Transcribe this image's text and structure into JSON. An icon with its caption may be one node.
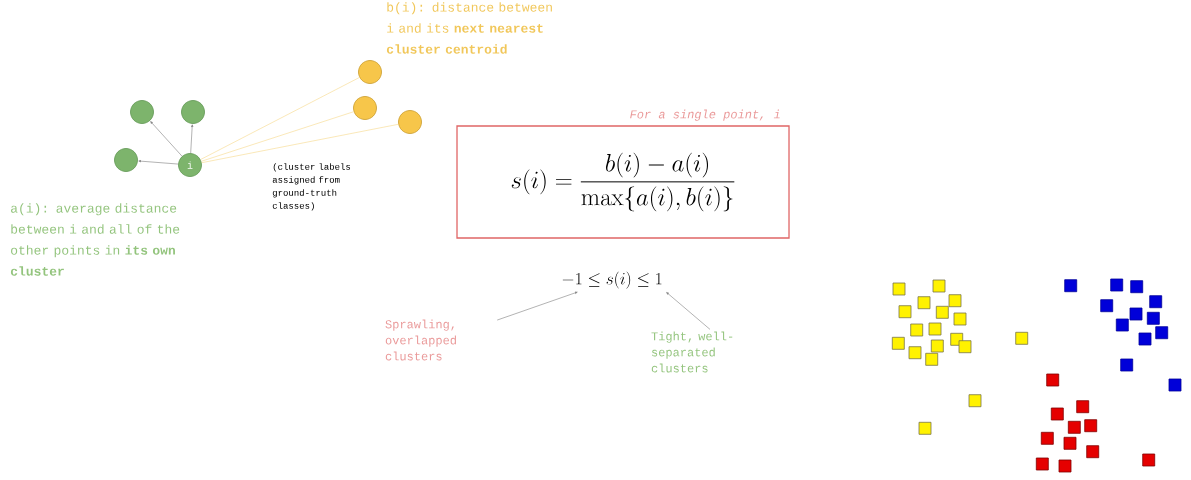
{
  "diagram": {
    "nodes": [
      {
        "text": [],
        "shape": "circle"
      },
      {
        "text": [],
        "shape": "circle"
      },
      {
        "text": [],
        "shape": "circle"
      },
      {
        "text": [
          "i"
        ]
      },
      {
        "text": [],
        "shape": "circle"
      },
      {
        "text": [],
        "shape": "circle"
      },
      {
        "text": [],
        "shape": "circle"
      },
      {
        "text": [
          "For a single point, i",
          "s(i) = \\frac{b(i) - a(i)}{\\max\\{a(i), b(i)\\}}"
        ]
      },
      {
        "text": [
          "-1 \\leq s(i) \\leq 1"
        ]
      },
      {
        "text": [
          "Sprawling, overlapped clusters"
        ]
      },
      {
        "text": [
          "Tight, well-separated clusters"
        ]
      }
    ],
    "edges": [
      {
        "from": 3,
        "to": 0,
        "arrow": "to"
      },
      {
        "from": 3,
        "to": 1,
        "arrow": "to"
      },
      {
        "from": 3,
        "to": 2,
        "arrow": "to"
      },
      {
        "from": 3,
        "to": 4,
        "arrow": "none",
        "color": "#f6d98a"
      },
      {
        "from": 3,
        "to": 5,
        "arrow": "none",
        "color": "#f6d98a"
      },
      {
        "from": 3,
        "to": 6,
        "arrow": "none",
        "color": "#f6d98a"
      },
      {
        "from": 9,
        "to": 8,
        "arrow": "to"
      },
      {
        "from": 10,
        "to": 8,
        "arrow": "to"
      }
    ],
    "labels": [
      "a(i): average distance between i and all of the other points in **its own cluster**",
      "b(i): distance between i and its **next nearest cluster centroid**",
      "(cluster labels assigned from ground-truth classes)"
    ]
  }
}
